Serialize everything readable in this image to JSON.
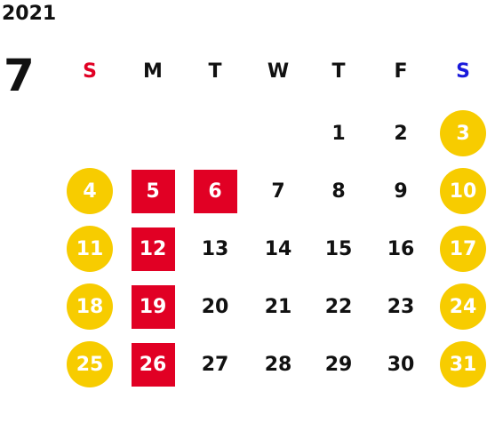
{
  "year": "2021",
  "month": "7",
  "colors": {
    "sun_header": "#e10024",
    "sat_header": "#1a1adb",
    "circle": "#f7cc00",
    "square": "#e10024"
  },
  "weekdays": [
    {
      "label": "S",
      "color": "#e10024"
    },
    {
      "label": "M",
      "color": "#111111"
    },
    {
      "label": "T",
      "color": "#111111"
    },
    {
      "label": "W",
      "color": "#111111"
    },
    {
      "label": "T",
      "color": "#111111"
    },
    {
      "label": "F",
      "color": "#111111"
    },
    {
      "label": "S",
      "color": "#1a1adb"
    }
  ],
  "weeks": [
    [
      null,
      null,
      null,
      null,
      {
        "day": "1",
        "style": "plain"
      },
      {
        "day": "2",
        "style": "plain"
      },
      {
        "day": "3",
        "style": "circle"
      }
    ],
    [
      {
        "day": "4",
        "style": "circle"
      },
      {
        "day": "5",
        "style": "square"
      },
      {
        "day": "6",
        "style": "square"
      },
      {
        "day": "7",
        "style": "plain"
      },
      {
        "day": "8",
        "style": "plain"
      },
      {
        "day": "9",
        "style": "plain"
      },
      {
        "day": "10",
        "style": "circle"
      }
    ],
    [
      {
        "day": "11",
        "style": "circle"
      },
      {
        "day": "12",
        "style": "square"
      },
      {
        "day": "13",
        "style": "plain"
      },
      {
        "day": "14",
        "style": "plain"
      },
      {
        "day": "15",
        "style": "plain"
      },
      {
        "day": "16",
        "style": "plain"
      },
      {
        "day": "17",
        "style": "circle"
      }
    ],
    [
      {
        "day": "18",
        "style": "circle"
      },
      {
        "day": "19",
        "style": "square"
      },
      {
        "day": "20",
        "style": "plain"
      },
      {
        "day": "21",
        "style": "plain"
      },
      {
        "day": "22",
        "style": "plain"
      },
      {
        "day": "23",
        "style": "plain"
      },
      {
        "day": "24",
        "style": "circle"
      }
    ],
    [
      {
        "day": "25",
        "style": "circle"
      },
      {
        "day": "26",
        "style": "square"
      },
      {
        "day": "27",
        "style": "plain"
      },
      {
        "day": "28",
        "style": "plain"
      },
      {
        "day": "29",
        "style": "plain"
      },
      {
        "day": "30",
        "style": "plain"
      },
      {
        "day": "31",
        "style": "circle"
      }
    ]
  ]
}
